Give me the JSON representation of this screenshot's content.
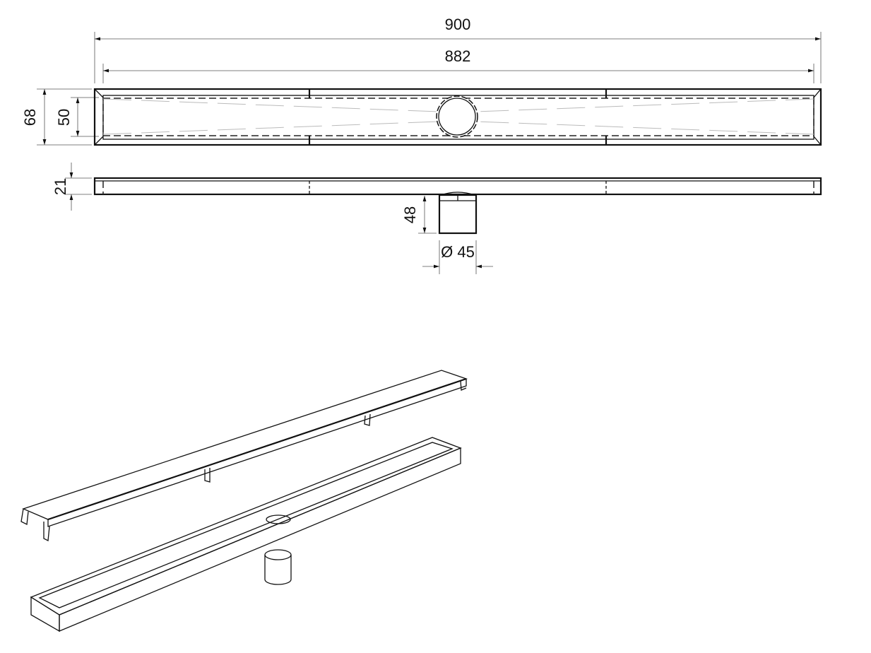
{
  "dimensions": {
    "overall_length": "900",
    "inner_length": "882",
    "overall_width": "68",
    "inner_width": "50",
    "height": "21",
    "outlet_height": "48",
    "outlet_diameter": "Ø 45"
  }
}
